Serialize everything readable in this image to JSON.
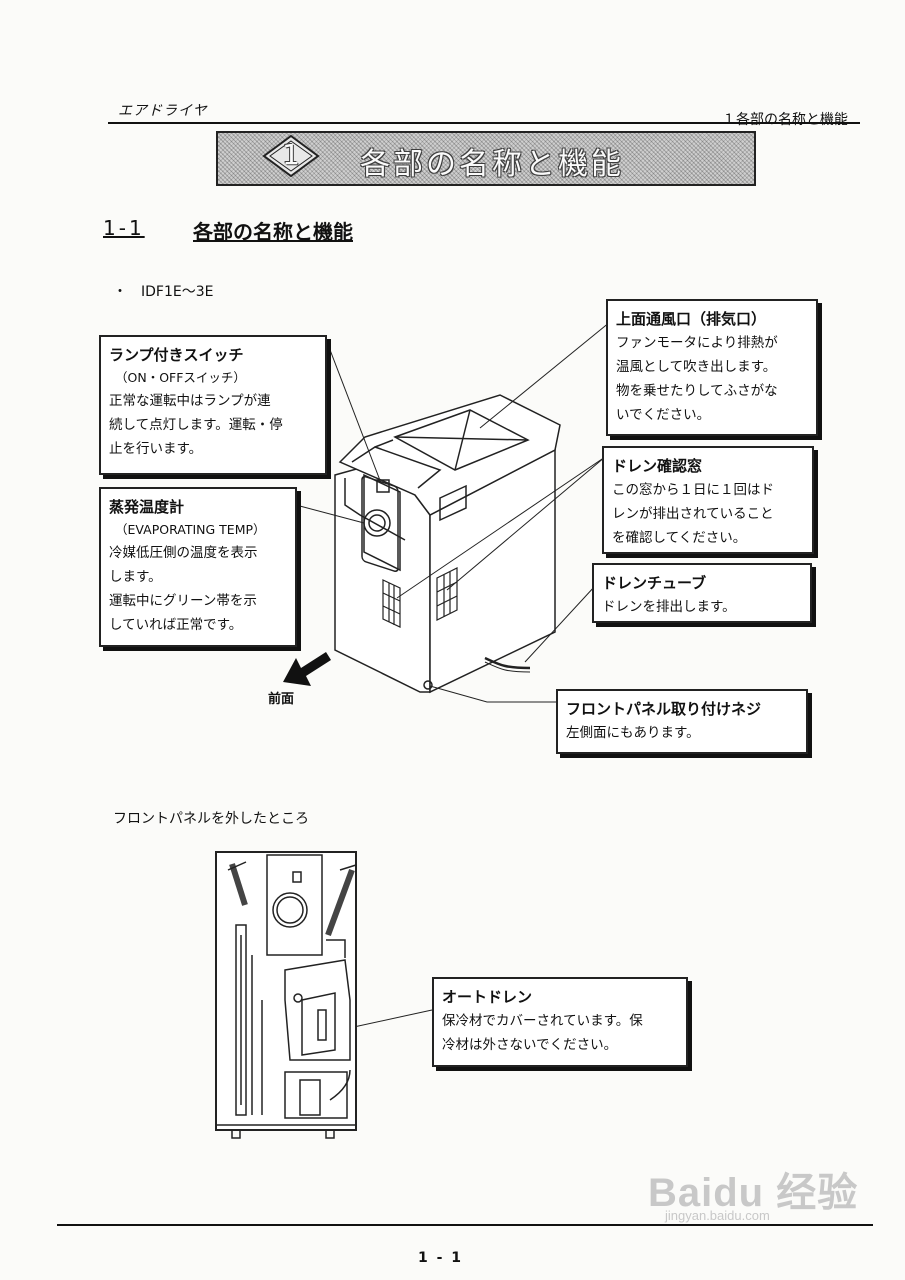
{
  "header": {
    "left": "エアドライヤ",
    "right": "１各部の名称と機能"
  },
  "banner": {
    "number": "1",
    "title": "各部の名称と機能"
  },
  "section": {
    "number": "1-1",
    "title": "各部の名称と機能"
  },
  "model_label": "・　IDF1E〜3E",
  "callouts": {
    "lamp_switch": {
      "title": "ランプ付きスイッチ",
      "sub": "（ON・OFFスイッチ）",
      "lines": [
        "正常な運転中はランプが連",
        "続して点灯します。運転・停",
        "止を行います。"
      ]
    },
    "evap_temp": {
      "title": "蒸発温度計",
      "sub": "（EVAPORATING TEMP）",
      "lines": [
        "冷媒低圧側の温度を表示",
        "します。",
        "運転中にグリーン帯を示",
        "していれば正常です。"
      ]
    },
    "top_vent": {
      "title": "上面通風口（排気口）",
      "lines": [
        "ファンモータにより排熱が",
        "温風として吹き出します。",
        "物を乗せたりしてふさがな",
        "いでください。"
      ]
    },
    "drain_window": {
      "title": "ドレン確認窓",
      "lines": [
        "この窓から１日に１回はド",
        "レンが排出されていること",
        "を確認してください。"
      ]
    },
    "drain_tube": {
      "title": "ドレンチューブ",
      "lines": [
        "ドレンを排出します。"
      ]
    },
    "panel_screw": {
      "title": "フロントパネル取り付けネジ",
      "lines": [
        "左側面にもあります。"
      ]
    },
    "auto_drain": {
      "title": "オートドレン",
      "lines": [
        "保冷材でカバーされています。保",
        "冷材は外さないでください。"
      ]
    }
  },
  "front_label": "前面",
  "second_caption": "フロントパネルを外したところ",
  "page_number": "1 - 1",
  "watermark": {
    "main": "Baidu 经验",
    "sub": "jingyan.baidu.com"
  }
}
